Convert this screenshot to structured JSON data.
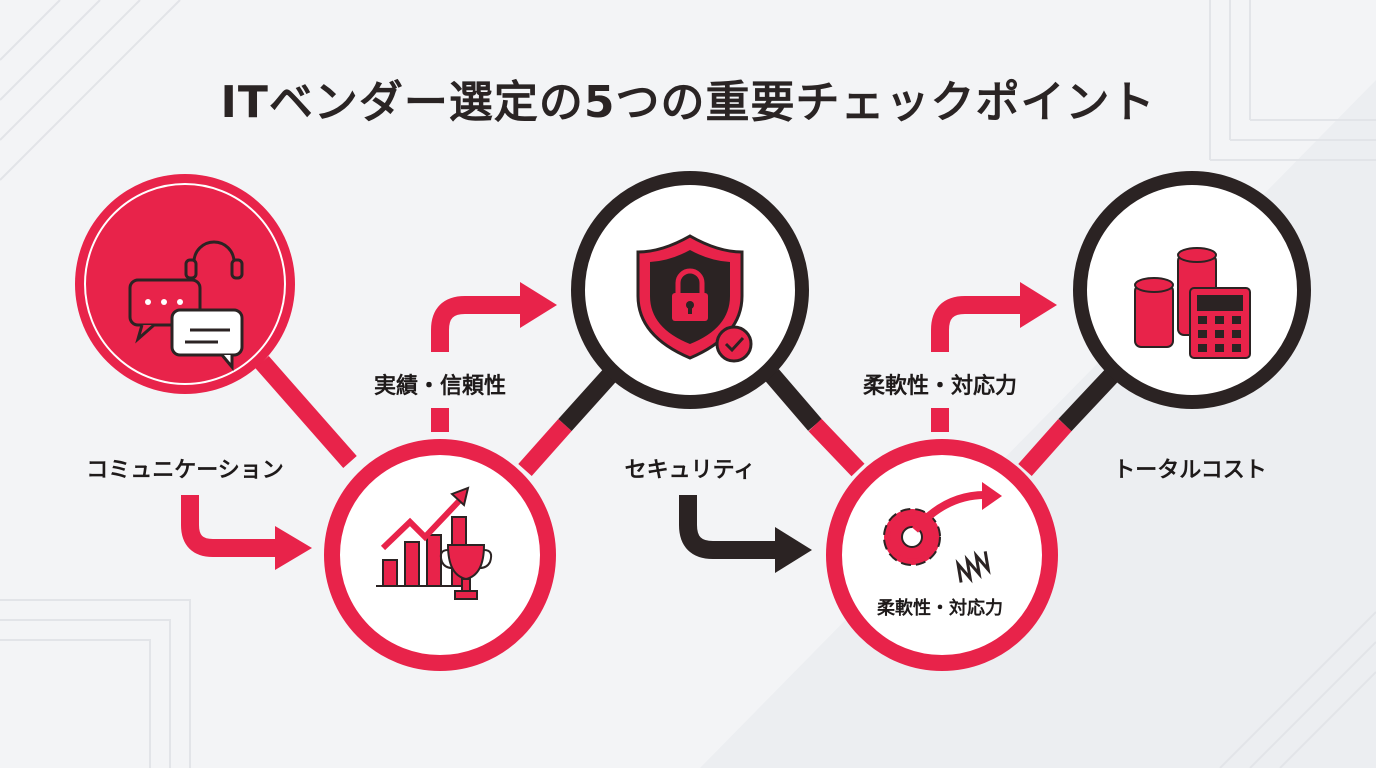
{
  "title": "ITベンダー選定の5つの重要チェックポイント",
  "colors": {
    "accent": "#e8234a",
    "dark": "#2b2323",
    "background": "#f3f4f6"
  },
  "steps": [
    {
      "label": "コミュニケーション",
      "icon": "chat-headset-icon"
    },
    {
      "label": "実績・信頼性",
      "icon": "growth-chart-trophy-icon"
    },
    {
      "label": "セキュリティ",
      "icon": "shield-lock-icon"
    },
    {
      "label": "柔軟性・対応力",
      "inner_label": "柔軟性・対応力",
      "icon": "gear-spring-arrow-icon"
    },
    {
      "label": "トータルコスト",
      "icon": "coins-calculator-icon"
    }
  ]
}
